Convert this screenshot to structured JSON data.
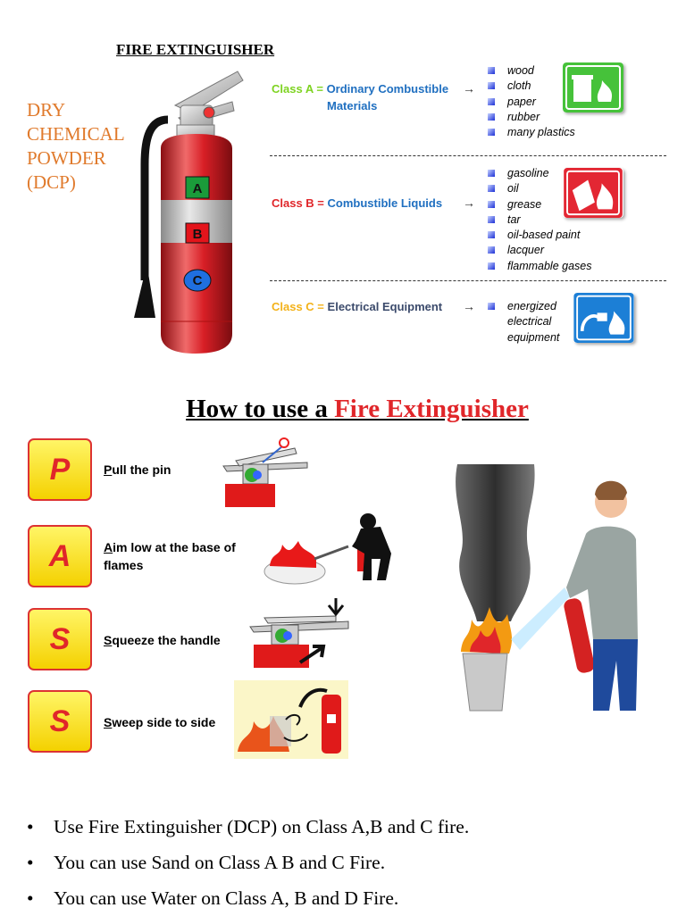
{
  "top": {
    "title": "FIRE EXTINGUISHER",
    "dcp_lines": [
      "DRY",
      "CHEMICAL",
      "POWDER",
      "(DCP)"
    ],
    "extinguisher_labels": [
      "A",
      "B",
      "C"
    ]
  },
  "classes": [
    {
      "label": "Class A =",
      "description": "Ordinary Combustible",
      "description_line2": "Materials",
      "arrow": "→",
      "items": [
        "wood",
        "cloth",
        "paper",
        "rubber",
        "many plastics"
      ],
      "sign_icon": "trash-fire-icon",
      "color": "#7ed321"
    },
    {
      "label": "Class B =",
      "description": "Combustible Liquids",
      "arrow": "→",
      "items": [
        "gasoline",
        "oil",
        "grease",
        "tar",
        "oil-based paint",
        "lacquer",
        "flammable gases"
      ],
      "sign_icon": "fuel-can-fire-icon",
      "color": "#e0262a"
    },
    {
      "label": "Class C =",
      "description": "Electrical Equipment",
      "arrow": "→",
      "items": [
        "energized",
        "electrical",
        "equipment"
      ],
      "sign_icon": "plug-fire-icon",
      "color": "#f3b21a"
    }
  ],
  "how": {
    "title_prefix": "How to use a ",
    "title_highlight": "Fire Extinguisher"
  },
  "steps": [
    {
      "letter": "P",
      "initial": "P",
      "rest": "ull the pin",
      "rest_line2": ""
    },
    {
      "letter": "A",
      "initial": "A",
      "rest": "im low at the base of",
      "rest_line2": "flames"
    },
    {
      "letter": "S",
      "initial": "S",
      "rest": "queeze the handle",
      "rest_line2": ""
    },
    {
      "letter": "S",
      "initial": "S",
      "rest": "weep side to side",
      "rest_line2": ""
    }
  ],
  "bullet_symbol": "•",
  "bullets": [
    "Use Fire Extinguisher (DCP) on Class A,B and C fire.",
    "You can use Sand on Class A B and C Fire.",
    "You can use Water on Class A, B and D Fire."
  ],
  "colors": {
    "accent_red": "#e0262a",
    "dcp_orange": "#e07a2c",
    "class_blue": "#1f6fc0",
    "letter_box_yellow": "#f4d100"
  }
}
